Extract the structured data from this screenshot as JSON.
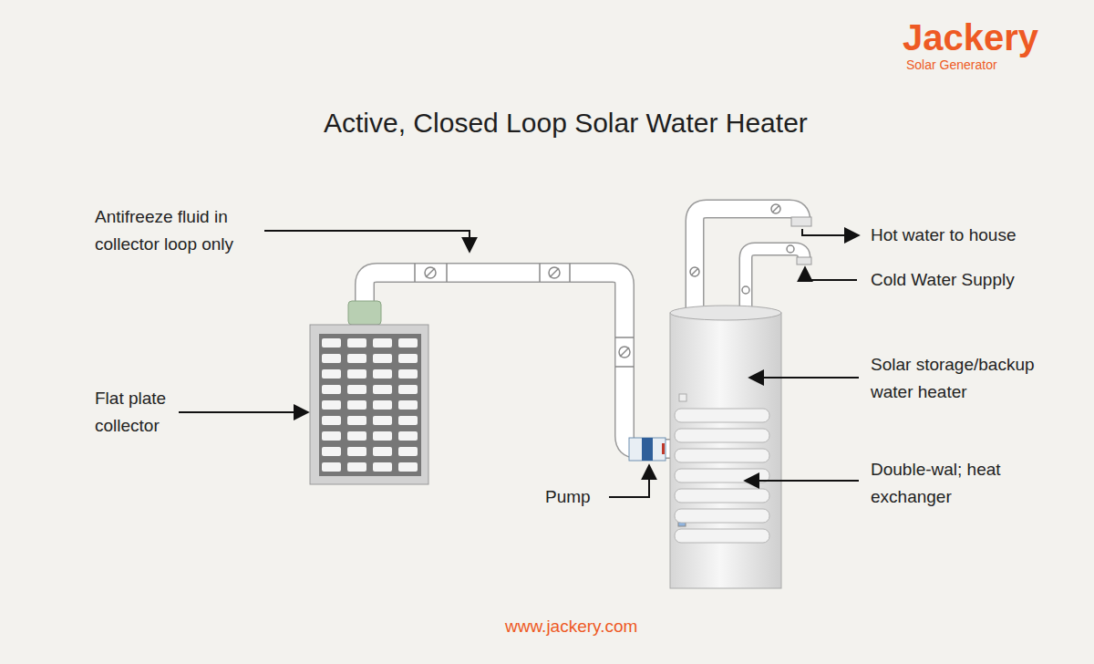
{
  "diagram": {
    "title": "Active, Closed Loop Solar Water Heater",
    "labels": [
      "Jackery",
      "Solar Generator",
      "Antifreeze fluid in collector loop only",
      "Flat plate collector",
      "Pump",
      "Hot water to house",
      "Cold Water Supply",
      "Solar storage/backup water heater",
      "Double-wal; heat exchanger",
      "www.jackery.com"
    ]
  }
}
